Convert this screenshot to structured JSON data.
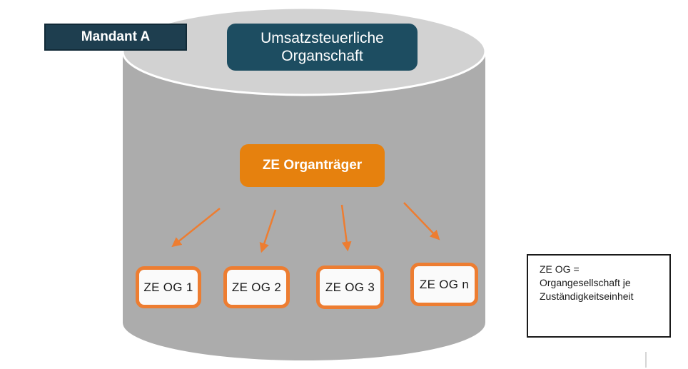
{
  "diagram": {
    "client_label": "Mandant A",
    "cylinder_title": "Umsatzsteuerliche Organschaft",
    "root_node_label": "ZE Organträger",
    "child_nodes": [
      {
        "label": "ZE OG 1"
      },
      {
        "label": "ZE OG 2"
      },
      {
        "label": "ZE OG 3"
      },
      {
        "label": "ZE OG n"
      }
    ],
    "legend": {
      "lines": [
        "ZE OG =",
        "Organgesellschaft je",
        "Zuständigkeitseinheit"
      ]
    },
    "colors": {
      "teal_dark_fill": "#1e3e4f",
      "teal_dark_border": "#112a37",
      "teal_rounded_fill": "#1d4d61",
      "orange_fill": "#e6810e",
      "orange_accent": "#ed7d31",
      "cylinder_top": "#d2d2d2",
      "cylinder_body": "#acacac"
    }
  }
}
